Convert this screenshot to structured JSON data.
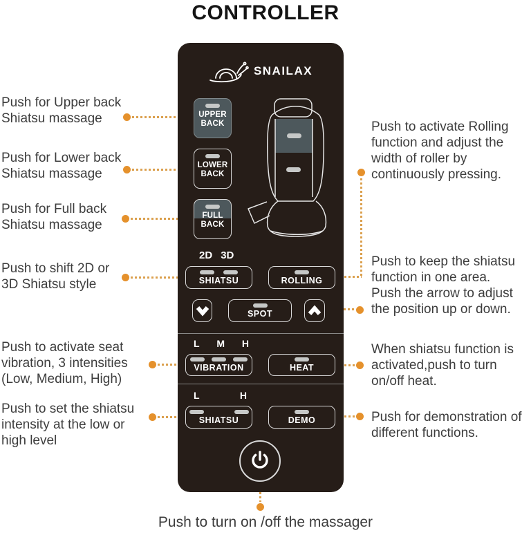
{
  "title": "CONTROLLER",
  "brand": "SNAILAX",
  "remote": {
    "back_buttons": [
      {
        "label": "UPPER\nBACK"
      },
      {
        "label": "LOWER\nBACK"
      },
      {
        "label": "FULL\nBACK"
      }
    ],
    "shiatsu_mode_labels": [
      "2D",
      "3D"
    ],
    "shiatsu_button": "SHIATSU",
    "rolling_button": "ROLLING",
    "spot_button": "SPOT",
    "vibration_levels": [
      "L",
      "M",
      "H"
    ],
    "vibration_button": "VIBRATION",
    "heat_button": "HEAT",
    "shiatsu_levels": [
      "L",
      "H"
    ],
    "shiatsu_intensity_button": "SHIATSU",
    "demo_button": "DEMO"
  },
  "annotations": {
    "left": [
      "Push for Upper back\nShiatsu massage",
      "Push for Lower back\nShiatsu massage",
      "Push for Full back\nShiatsu massage",
      "Push to shift 2D or\n3D Shiatsu style",
      "Push to activate seat\nvibration, 3 intensities\n(Low, Medium, High)",
      "Push to set the shiatsu\nintensity at the low or\nhigh level"
    ],
    "right": [
      "Push to activate Rolling\nfunction and adjust the\nwidth of roller by\ncontinuously pressing.",
      "Push to keep the shiatsu\nfunction in one area.\nPush the arrow to adjust\nthe position up or down.",
      "When shiatsu function is\nactivated,push to turn\non/off heat.",
      "Push for demonstration of\ndifferent functions."
    ],
    "bottom": "Push to turn on /off the massager"
  },
  "icons": {
    "logo": "snail-logo",
    "power": "power-icon",
    "up": "chevron-up-icon",
    "down": "chevron-down-icon"
  },
  "colors": {
    "accent_orange_dot": "#e5912c",
    "accent_orange_dash": "#dba04e",
    "remote_body": "#261d18",
    "button_highlight": "#4d585c",
    "indicator_pill": "#c6c8c7",
    "annotation_text": "#3d3d3d"
  }
}
